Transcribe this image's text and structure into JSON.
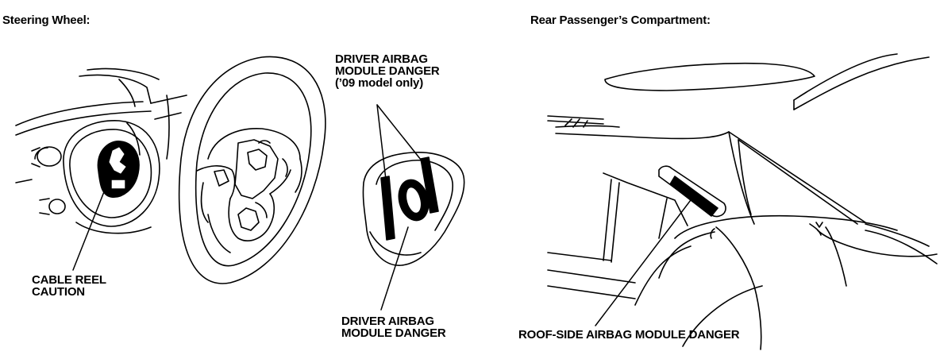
{
  "panels": {
    "left": {
      "title": "Steering Wheel:"
    },
    "right": {
      "title": "Rear Passenger’s Compartment:"
    }
  },
  "callouts": {
    "driver_airbag_09": {
      "lines": [
        "DRIVER AIRBAG",
        "MODULE DANGER",
        "(’09 model only)"
      ]
    },
    "cable_reel": {
      "lines": [
        "CABLE REEL",
        "CAUTION"
      ]
    },
    "driver_airbag": {
      "lines": [
        "DRIVER AIRBAG",
        "MODULE DANGER"
      ]
    },
    "roof_side": {
      "text": "ROOF-SIDE AIRBAG MODULE DANGER"
    }
  },
  "colors": {
    "ink": "#000000",
    "paper": "#ffffff"
  }
}
